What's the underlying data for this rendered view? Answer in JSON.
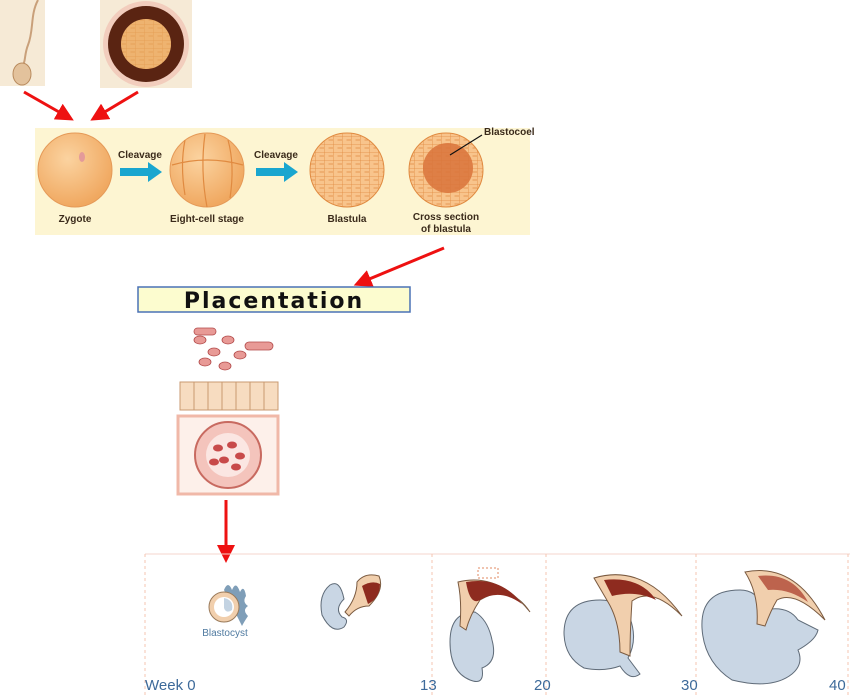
{
  "cleavage_panel": {
    "stages": [
      "Zygote",
      "Eight-cell stage",
      "Blastula"
    ],
    "cross_section_line1": "Cross section",
    "cross_section_line2": "of blastula",
    "arrow_label": "Cleavage",
    "callout": "Blastocoel"
  },
  "placentation": {
    "title": "Placentation"
  },
  "timeline": {
    "blastocyst_label": "Blastocyst",
    "week_labels": [
      "Week 0",
      "13",
      "20",
      "30",
      "40"
    ]
  },
  "colors": {
    "arrow_red": "#ee1111",
    "cleavage_arrow": "#1aa6cf",
    "title_box": "#fcfccf",
    "title_border": "#4a72b5",
    "fetus": "#c9d6e4",
    "placenta": "#8e2b1f"
  }
}
